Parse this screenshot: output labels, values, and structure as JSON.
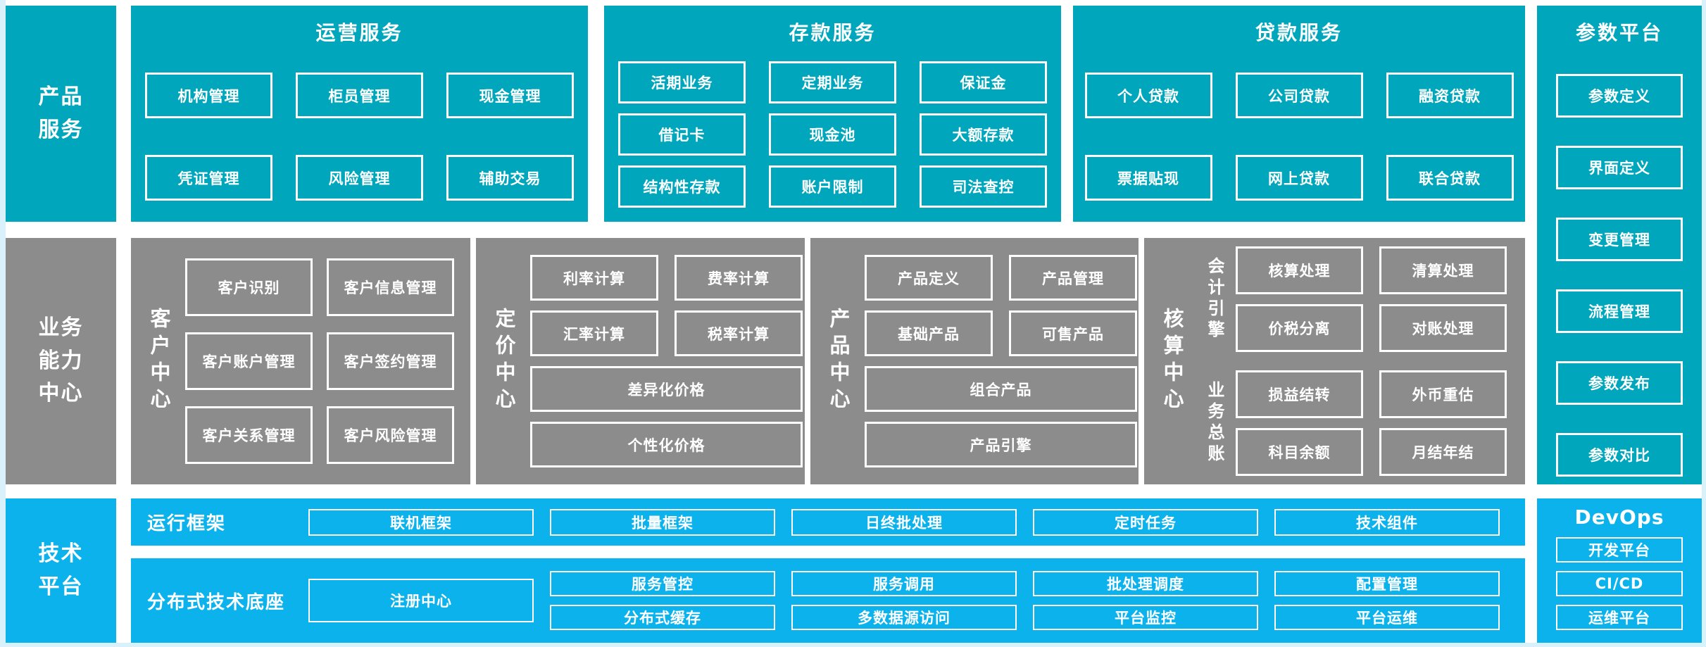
{
  "colors": {
    "teal": "#00a7bc",
    "gray": "#8c8c8c",
    "blue": "#0cb2ec",
    "edge": "#d8f1fa"
  },
  "side": {
    "product": "产品\n服务",
    "capability": "业务\n能力\n中心",
    "tech": "技术\n平台"
  },
  "top": {
    "operations": {
      "title": "运营服务",
      "items": [
        "机构管理",
        "柜员管理",
        "现金管理",
        "凭证管理",
        "风险管理",
        "辅助交易"
      ]
    },
    "deposit": {
      "title": "存款服务",
      "items": [
        "活期业务",
        "定期业务",
        "保证金",
        "借记卡",
        "现金池",
        "大额存款",
        "结构性存款",
        "账户限制",
        "司法查控"
      ]
    },
    "loan": {
      "title": "贷款服务",
      "items": [
        "个人贷款",
        "公司贷款",
        "融资贷款",
        "票据贴现",
        "网上贷款",
        "联合贷款"
      ]
    }
  },
  "middle": {
    "customer": {
      "vlabel": "客户中心",
      "items": [
        "客户识别",
        "客户信息管理",
        "客户账户管理",
        "客户签约管理",
        "客户关系管理",
        "客户风险管理"
      ]
    },
    "pricing": {
      "vlabel": "定价中心",
      "row1": [
        "利率计算",
        "费率计算"
      ],
      "row2": [
        "汇率计算",
        "税率计算"
      ],
      "wide1": "差异化价格",
      "wide2": "个性化价格"
    },
    "product": {
      "vlabel": "产品中心",
      "row1": [
        "产品定义",
        "产品管理"
      ],
      "row2": [
        "基础产品",
        "可售产品"
      ],
      "wide1": "组合产品",
      "wide2": "产品引擎"
    },
    "accounting": {
      "vlabel": "核算中心",
      "engine": {
        "label": "会计引擎",
        "items": [
          "核算处理",
          "清算处理",
          "价税分离",
          "对账处理"
        ]
      },
      "ledger": {
        "label": "业务总账",
        "items": [
          "损益结转",
          "外币重估",
          "科目余额",
          "月结年结"
        ]
      }
    }
  },
  "bottom": {
    "runtime": {
      "label": "运行框架",
      "items": [
        "联机框架",
        "批量框架",
        "日终批处理",
        "定时任务",
        "技术组件"
      ]
    },
    "base": {
      "label": "分布式技术底座",
      "registry": "注册中心",
      "row1": [
        "服务管控",
        "服务调用",
        "批处理调度",
        "配置管理"
      ],
      "row2": [
        "分布式缓存",
        "多数据源访问",
        "平台监控",
        "平台运维"
      ]
    }
  },
  "right": {
    "parameter": {
      "title": "参数平台",
      "items": [
        "参数定义",
        "界面定义",
        "变更管理",
        "流程管理",
        "参数发布",
        "参数对比"
      ]
    },
    "devops": {
      "title": "DevOps",
      "items": [
        "开发平台",
        "CI/CD",
        "运维平台"
      ]
    }
  }
}
